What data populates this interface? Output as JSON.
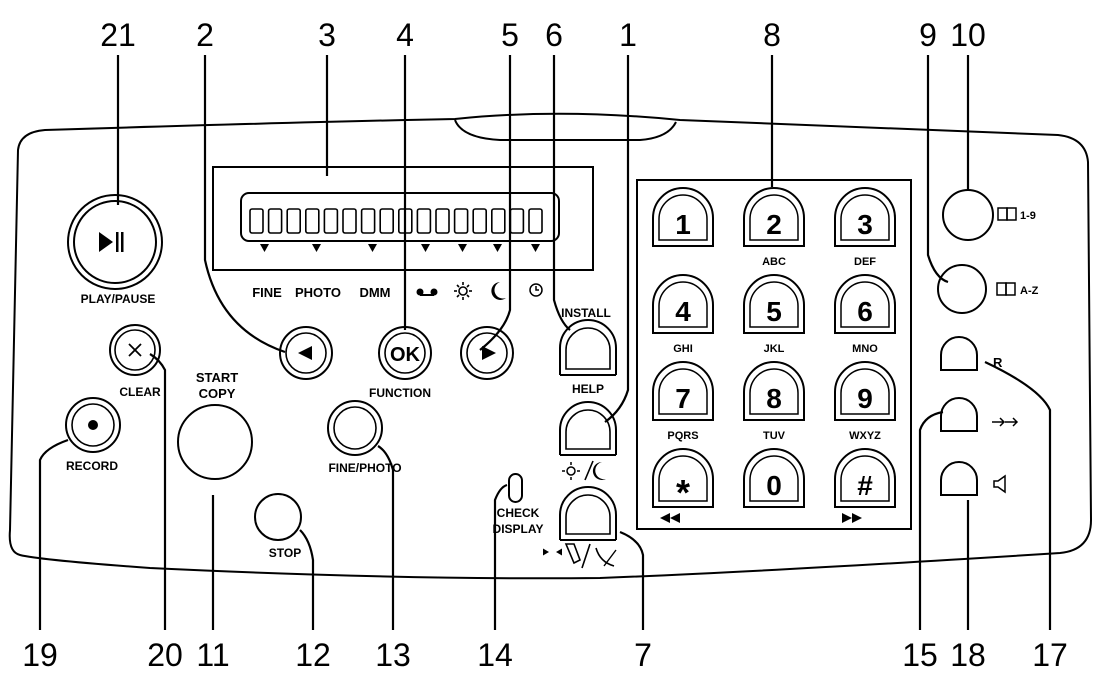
{
  "callouts_top": [
    "21",
    "2",
    "3",
    "4",
    "5",
    "6",
    "1",
    "8",
    "9",
    "10"
  ],
  "callouts_bottom": [
    "19",
    "20",
    "11",
    "12",
    "13",
    "14",
    "7",
    "15",
    "18",
    "17"
  ],
  "indicators": [
    "FINE",
    "PHOTO",
    "DMM"
  ],
  "labels": {
    "play_pause": "PLAY/PAUSE",
    "clear": "CLEAR",
    "record": "RECORD",
    "start_copy_line1": "START",
    "start_copy_line2": "COPY",
    "stop": "STOP",
    "ok": "OK",
    "function": "FUNCTION",
    "fine_photo": "FINE/PHOTO",
    "install": "INSTALL",
    "help": "HELP",
    "check_display_line1": "CHECK",
    "check_display_line2": "DISPLAY",
    "phonebook_1_9": "1-9",
    "phonebook_a_z": "A-Z",
    "r_key": "R"
  },
  "keypad": [
    {
      "digit": "1",
      "letters": ""
    },
    {
      "digit": "2",
      "letters": "ABC"
    },
    {
      "digit": "3",
      "letters": "DEF"
    },
    {
      "digit": "4",
      "letters": "GHI"
    },
    {
      "digit": "5",
      "letters": "JKL"
    },
    {
      "digit": "6",
      "letters": "MNO"
    },
    {
      "digit": "7",
      "letters": "PQRS"
    },
    {
      "digit": "8",
      "letters": "TUV"
    },
    {
      "digit": "9",
      "letters": "WXYZ"
    },
    {
      "digit": "*",
      "letters": ""
    },
    {
      "digit": "0",
      "letters": ""
    },
    {
      "digit": "#",
      "letters": ""
    }
  ],
  "icons": {
    "play_pause": "play-pause-icon",
    "clear": "x-icon",
    "record": "record-dot-icon",
    "left_arrow": "left-arrow-icon",
    "right_arrow": "right-arrow-icon",
    "day_night": "sun-moon-icon",
    "line_hook": "handset-icon",
    "phonebook": "book-icon",
    "forward": "double-arrow-icon",
    "speaker": "speaker-icon",
    "rewind": "rewind-icon",
    "fast_forward": "fast-forward-icon"
  }
}
